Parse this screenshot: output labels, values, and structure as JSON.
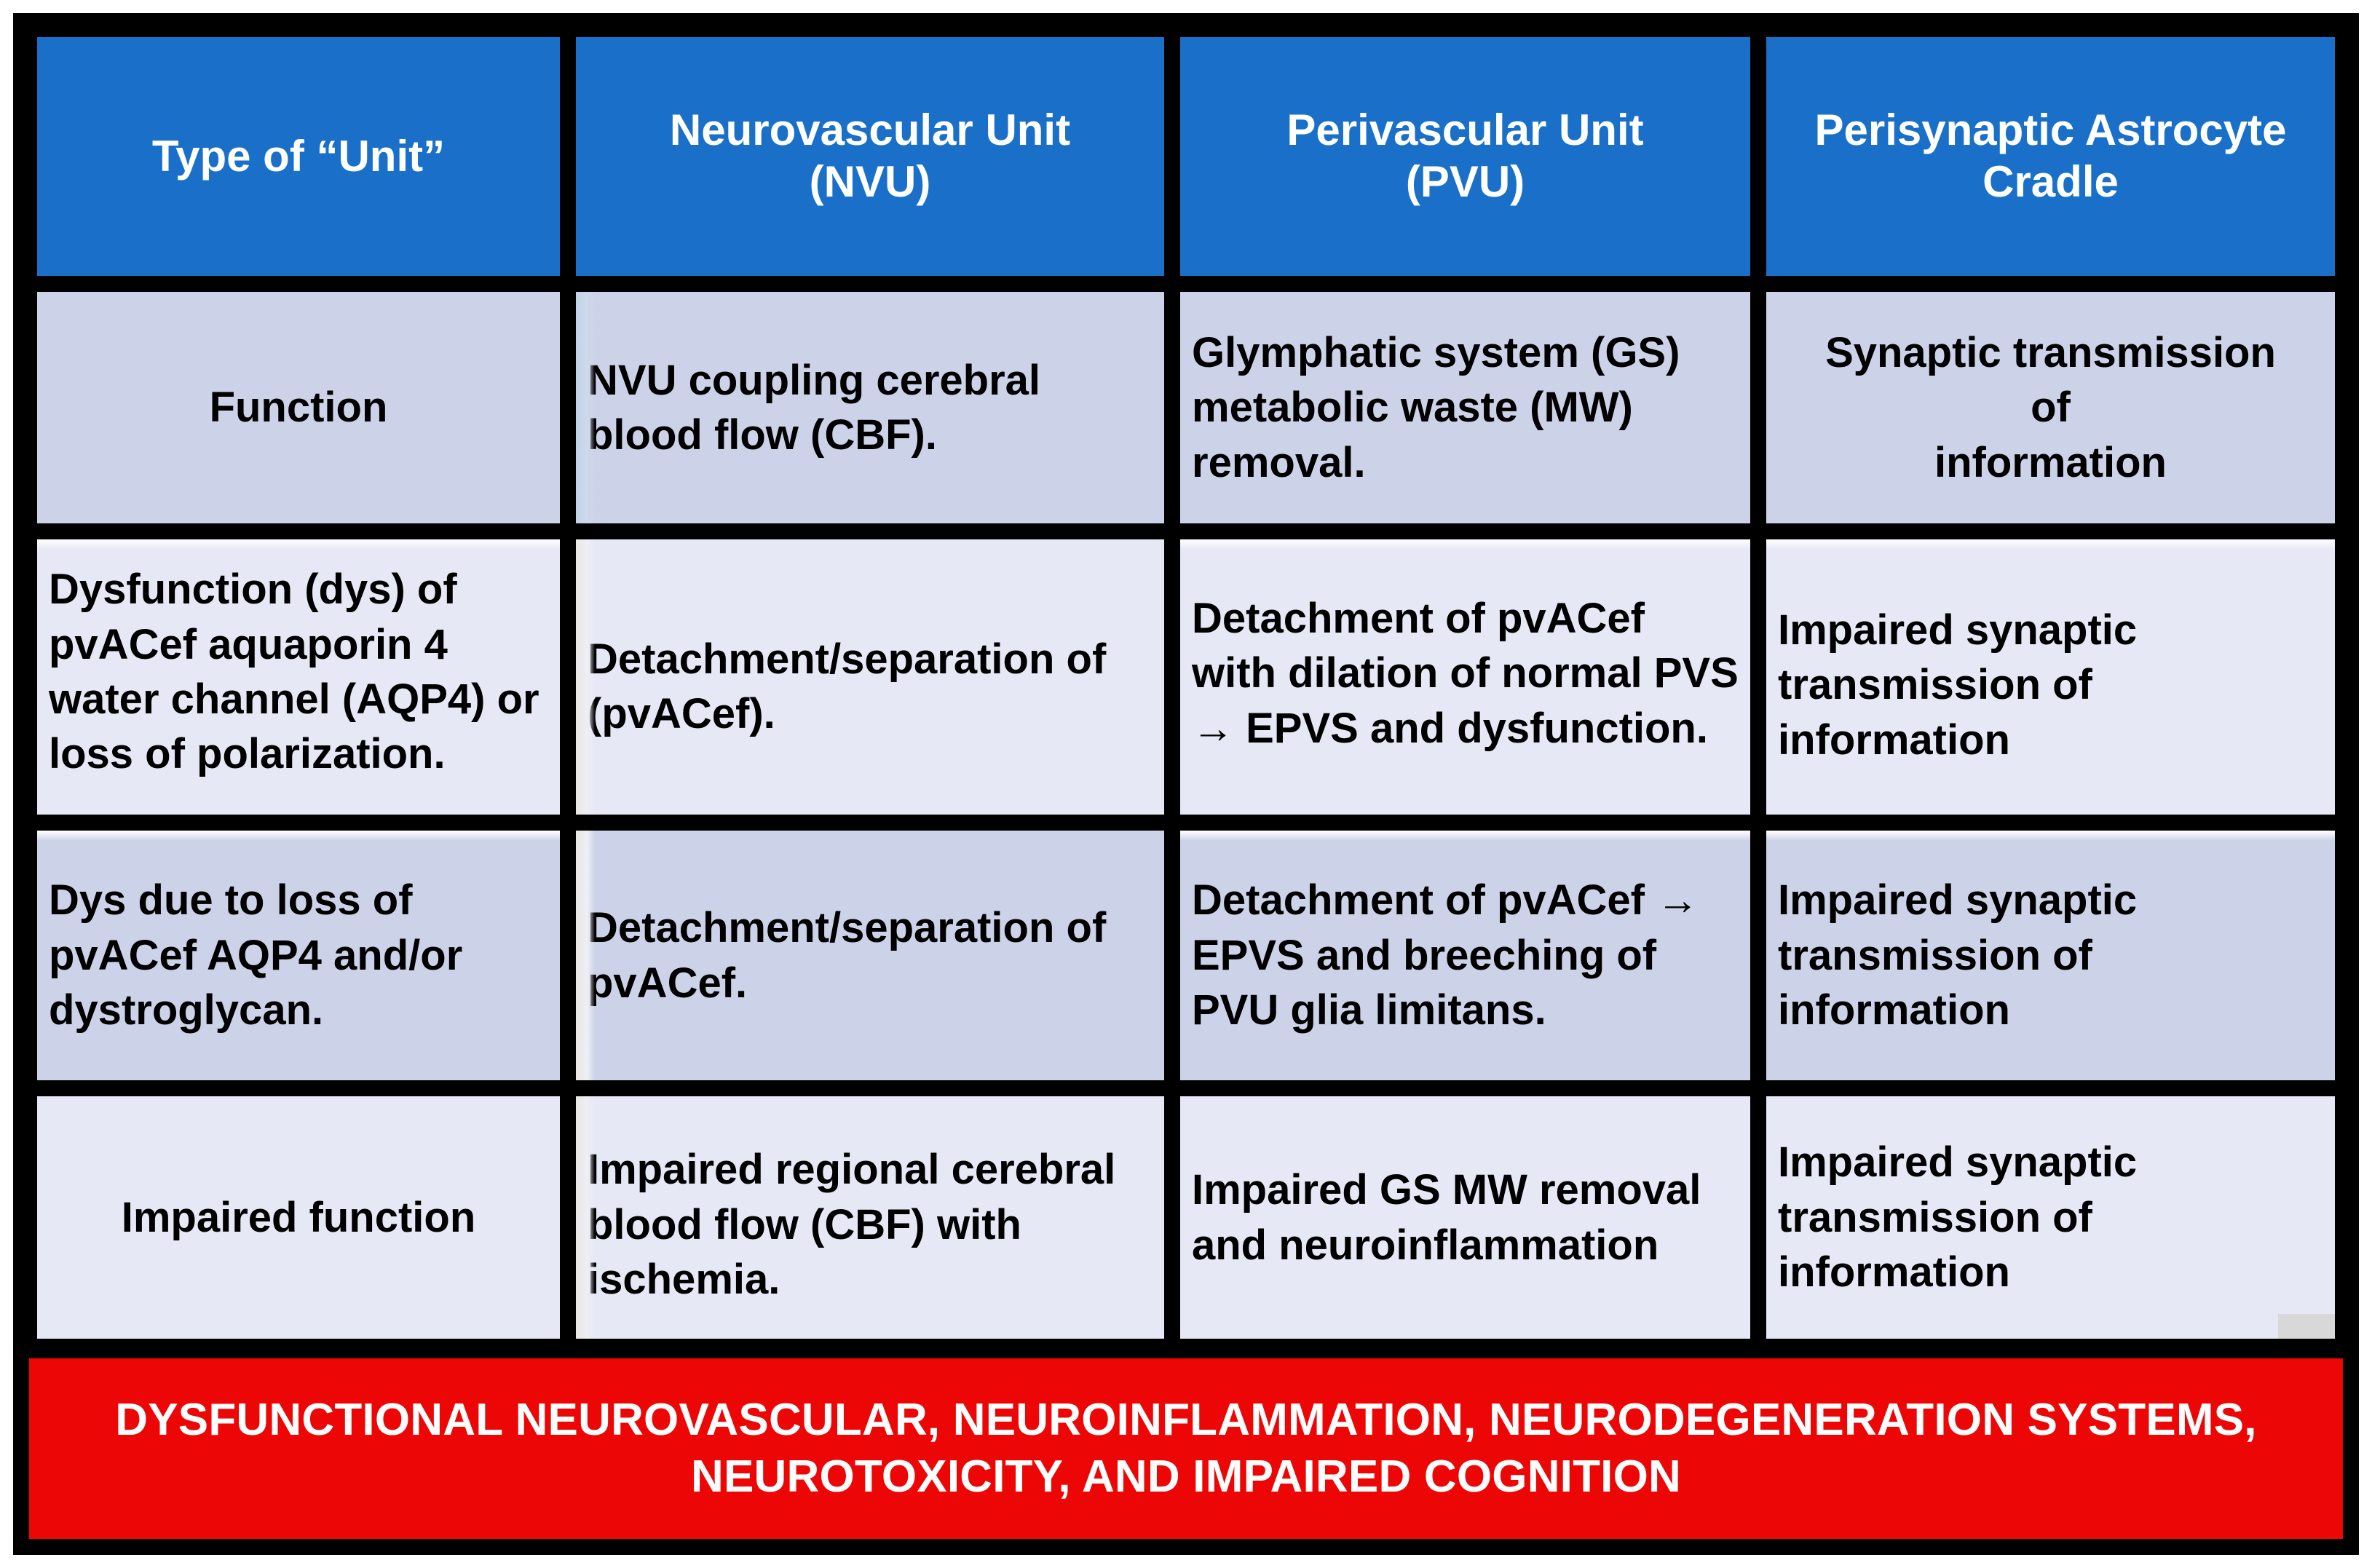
{
  "table": {
    "headers": [
      "Type of “Unit”",
      "Neurovascular Unit\n(NVU)",
      "Perivascular Unit\n(PVU)",
      "Perisynaptic Astrocyte\nCradle"
    ],
    "rows": [
      {
        "label": "Function",
        "cells": [
          "Function",
          "NVU coupling cerebral blood flow (CBF).",
          "Glymphatic system (GS) metabolic waste (MW) removal.",
          "Synaptic transmission\nof\ninformation"
        ]
      },
      {
        "label": "Dysfunction",
        "cells": [
          "Dysfunction (dys) of pvACef aquaporin 4 water channel (AQP4) or loss of polarization.",
          "Detachment/separation of (pvACef).",
          "Detachment of pvACef with dilation of normal PVS → EPVS and dysfunction.",
          "Impaired synaptic transmission of information"
        ]
      },
      {
        "label": "Dys due to loss",
        "cells": [
          "Dys due to loss of pvACef AQP4 and/or dystroglycan.",
          "Detachment/separation of pvACef.",
          "Detachment of pvACef → EPVS and breeching of PVU glia limitans.",
          "Impaired synaptic transmission of information"
        ]
      },
      {
        "label": "Impaired function",
        "cells": [
          "Impaired function",
          "Impaired regional cerebral blood flow (CBF) with ischemia.",
          "Impaired GS MW removal and neuroinflammation",
          "Impaired synaptic transmission of information"
        ]
      }
    ]
  },
  "footer": {
    "text": "DYSFUNCTIONAL  NEUROVASCULAR, NEUROINFLAMMATION, NEURODEGENERATION SYSTEMS, NEUROTOXICITY, AND IMPAIRED COGNITION"
  },
  "colors": {
    "header_blue": "#1a70c8",
    "cell_shade_a": "#ccd3e8",
    "cell_shade_b": "#e6e8f5",
    "banner_red": "#ec0606",
    "border_black": "#000000",
    "header_text": "#ffffff",
    "body_text": "#000000"
  }
}
